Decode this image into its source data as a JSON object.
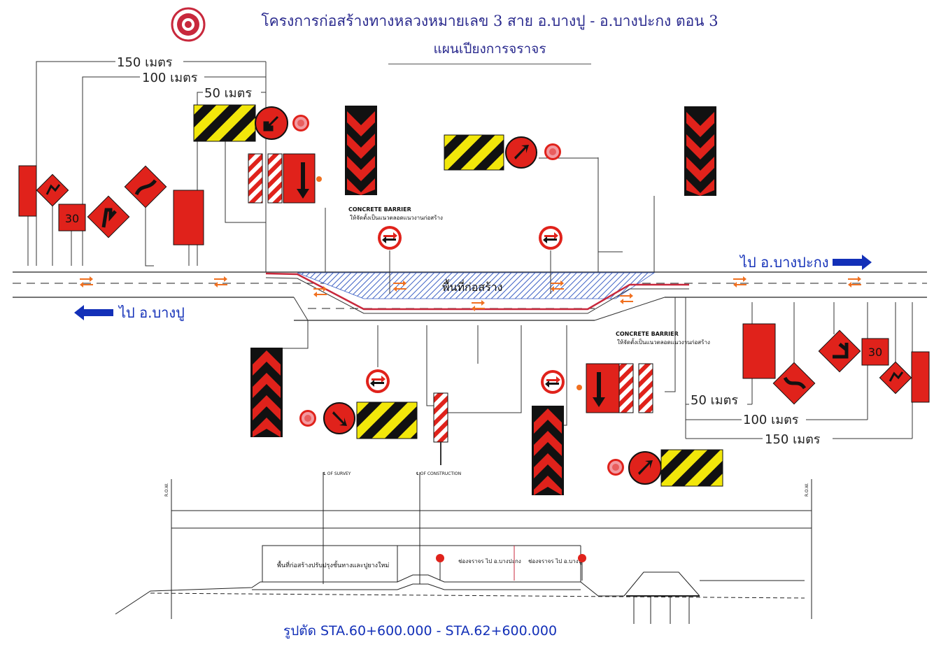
{
  "header": {
    "title": "โครงการก่อสร้างทางหลวงหมายเลข 3 สาย อ.บางปู - อ.บางปะกง ตอน 3",
    "subtitle": "แผนเปียงการจราจร"
  },
  "distances": {
    "d150": "150 เมตร",
    "d100": "100 เมตร",
    "d50": "50 เมตร"
  },
  "directions": {
    "to_bangpakong": "ไป อ.บางปะกง",
    "to_bangpu": "ไป อ.บางปู"
  },
  "construction_area": "พื้นที่ก่อสร้าง",
  "concrete_barrier": {
    "label": "CONCRETE BARRIER",
    "note": "ให้จัดตั้งเป็นแนวตลอดแนวงานก่อสร้าง"
  },
  "signs": {
    "speed_limit": "30"
  },
  "cross_section": {
    "survey_label": "℄ OF SURVEY",
    "construction_label": "℄ OF CONSTRUCTION",
    "row_label": "R.O.W.",
    "area_label": "พื้นที่ก่อสร้างปรับปรุงชั้นทางและปูยางใหม่",
    "lane_to_bangpakong": "ช่องจราจร ไป อ.บางปะกง",
    "lane_to_bangpu": "ช่องจราจร ไป อ.บางปู",
    "caption": "รูปตัด STA.60+600.000 - STA.62+600.000"
  },
  "colors": {
    "red": "#e0221b",
    "yellow": "#f2e70a",
    "blue": "#1330b8",
    "orange": "#f07020"
  }
}
